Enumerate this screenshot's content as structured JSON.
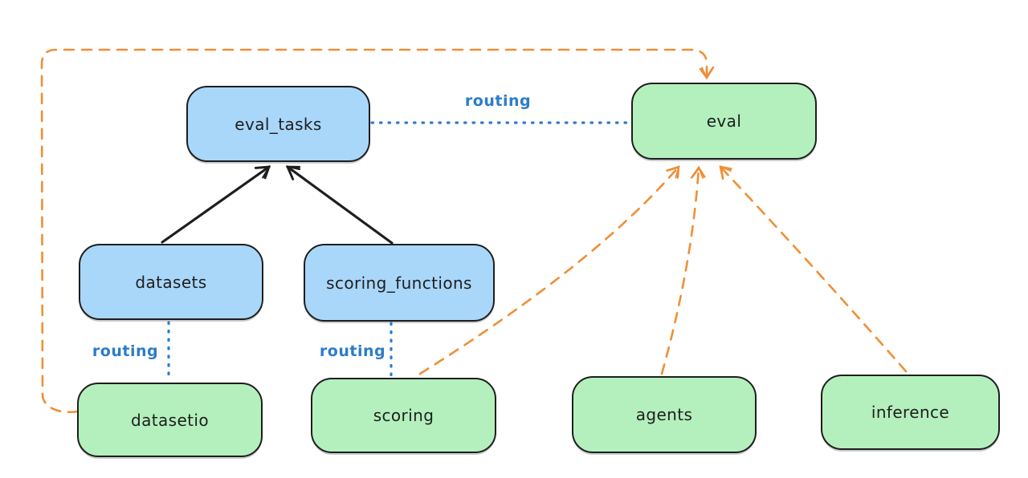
{
  "diagram": {
    "background": "#ffffff",
    "colors": {
      "node_fill_blue": "#a9d7fa",
      "node_fill_green": "#b4f0bd",
      "node_stroke": "#1e1e1e",
      "label_text": "#1e1e1e",
      "routing_blue": "#2c7cc9",
      "arrow_orange": "#ef8f35",
      "arrow_black": "#1e1e1e"
    },
    "nodes": [
      {
        "id": "eval_tasks",
        "label": "eval_tasks",
        "fill": "blue"
      },
      {
        "id": "eval",
        "label": "eval",
        "fill": "green"
      },
      {
        "id": "datasets",
        "label": "datasets",
        "fill": "blue"
      },
      {
        "id": "scoring_functions",
        "label": "scoring_functions",
        "fill": "blue"
      },
      {
        "id": "datasetio",
        "label": "datasetio",
        "fill": "green"
      },
      {
        "id": "scoring",
        "label": "scoring",
        "fill": "green"
      },
      {
        "id": "agents",
        "label": "agents",
        "fill": "green"
      },
      {
        "id": "inference",
        "label": "inference",
        "fill": "green"
      }
    ],
    "edges": [
      {
        "id": "eval_tasks-eval",
        "from": "eval_tasks",
        "to": "eval",
        "style": "dotted-blue",
        "label": "routing"
      },
      {
        "id": "datasets-datasetio",
        "from": "datasets",
        "to": "datasetio",
        "style": "dotted-blue",
        "label": "routing"
      },
      {
        "id": "scoring_functions-scoring",
        "from": "scoring_functions",
        "to": "scoring",
        "style": "dotted-blue",
        "label": "routing"
      },
      {
        "id": "datasets-eval_tasks",
        "from": "datasets",
        "to": "eval_tasks",
        "style": "solid-black-arrow"
      },
      {
        "id": "scoring_functions-eval_tasks",
        "from": "scoring_functions",
        "to": "eval_tasks",
        "style": "solid-black-arrow"
      },
      {
        "id": "scoring-eval",
        "from": "scoring",
        "to": "eval",
        "style": "dashed-orange-arrow"
      },
      {
        "id": "agents-eval",
        "from": "agents",
        "to": "eval",
        "style": "dashed-orange-arrow"
      },
      {
        "id": "inference-eval",
        "from": "inference",
        "to": "eval",
        "style": "dashed-orange-arrow"
      },
      {
        "id": "datasetio-eval",
        "from": "datasetio",
        "to": "eval",
        "style": "dashed-orange-arrow"
      }
    ]
  }
}
